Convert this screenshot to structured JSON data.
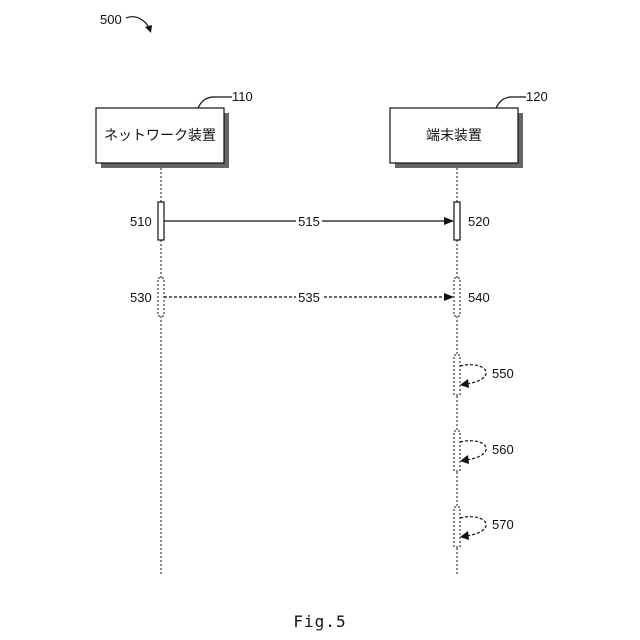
{
  "figure_ref": "500",
  "caption": "Fig.5",
  "participants": [
    {
      "ref": "110",
      "label": "ネットワーク装置"
    },
    {
      "ref": "120",
      "label": "端末装置"
    }
  ],
  "messages": [
    {
      "ref": "515",
      "from_ref": "510",
      "to_ref": "520",
      "style": "solid"
    },
    {
      "ref": "535",
      "from_ref": "530",
      "to_ref": "540",
      "style": "dashed"
    }
  ],
  "self_steps": [
    {
      "ref": "550"
    },
    {
      "ref": "560"
    },
    {
      "ref": "570"
    }
  ]
}
